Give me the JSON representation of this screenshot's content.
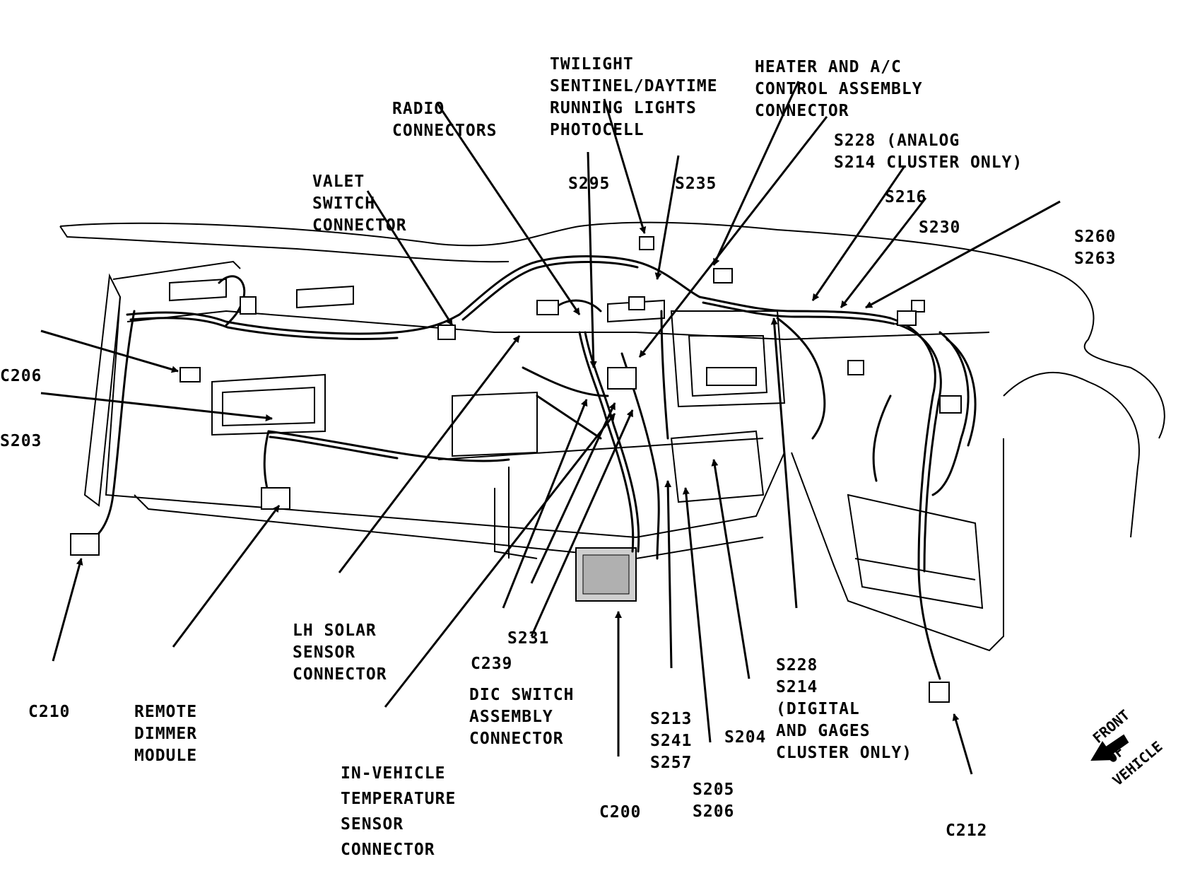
{
  "labels": {
    "twilight": [
      "TWILIGHT",
      "SENTINEL/DAYTIME",
      "RUNNING LIGHTS",
      "PHOTOCELL"
    ],
    "heater": [
      "HEATER AND A/C",
      "CONTROL ASSEMBLY",
      "CONNECTOR"
    ],
    "radio": [
      "RADIO",
      "CONNECTORS"
    ],
    "s228_analog": [
      "S228 (ANALOG",
      "S214 CLUSTER ONLY)"
    ],
    "valet": [
      "VALET",
      "SWITCH",
      "CONNECTOR"
    ],
    "s295": "S295",
    "s235": "S235",
    "s216": "S216",
    "s230": "S230",
    "s260_s263": [
      "S260",
      "S263"
    ],
    "c206": "C206",
    "s203": "S203",
    "lh_solar": [
      "LH SOLAR",
      "SENSOR",
      "CONNECTOR"
    ],
    "s231": "S231",
    "c239": "C239",
    "dic": [
      "DIC SWITCH",
      "ASSEMBLY",
      "CONNECTOR"
    ],
    "s228_digital": [
      "S228",
      "S214",
      "(DIGITAL",
      "AND GAGES",
      "CLUSTER ONLY)"
    ],
    "c210": "C210",
    "remote": [
      "REMOTE",
      "DIMMER",
      "MODULE"
    ],
    "s213": [
      "S213",
      "S241",
      "S257"
    ],
    "s204": "S204",
    "in_vehicle": [
      "IN-VEHICLE",
      "TEMPERATURE",
      "SENSOR",
      "CONNECTOR"
    ],
    "c200": "C200",
    "s205": [
      "S205",
      "S206"
    ],
    "c212": "C212"
  },
  "front_of_vehicle": [
    "FRONT",
    "OF",
    "VEHICLE"
  ]
}
